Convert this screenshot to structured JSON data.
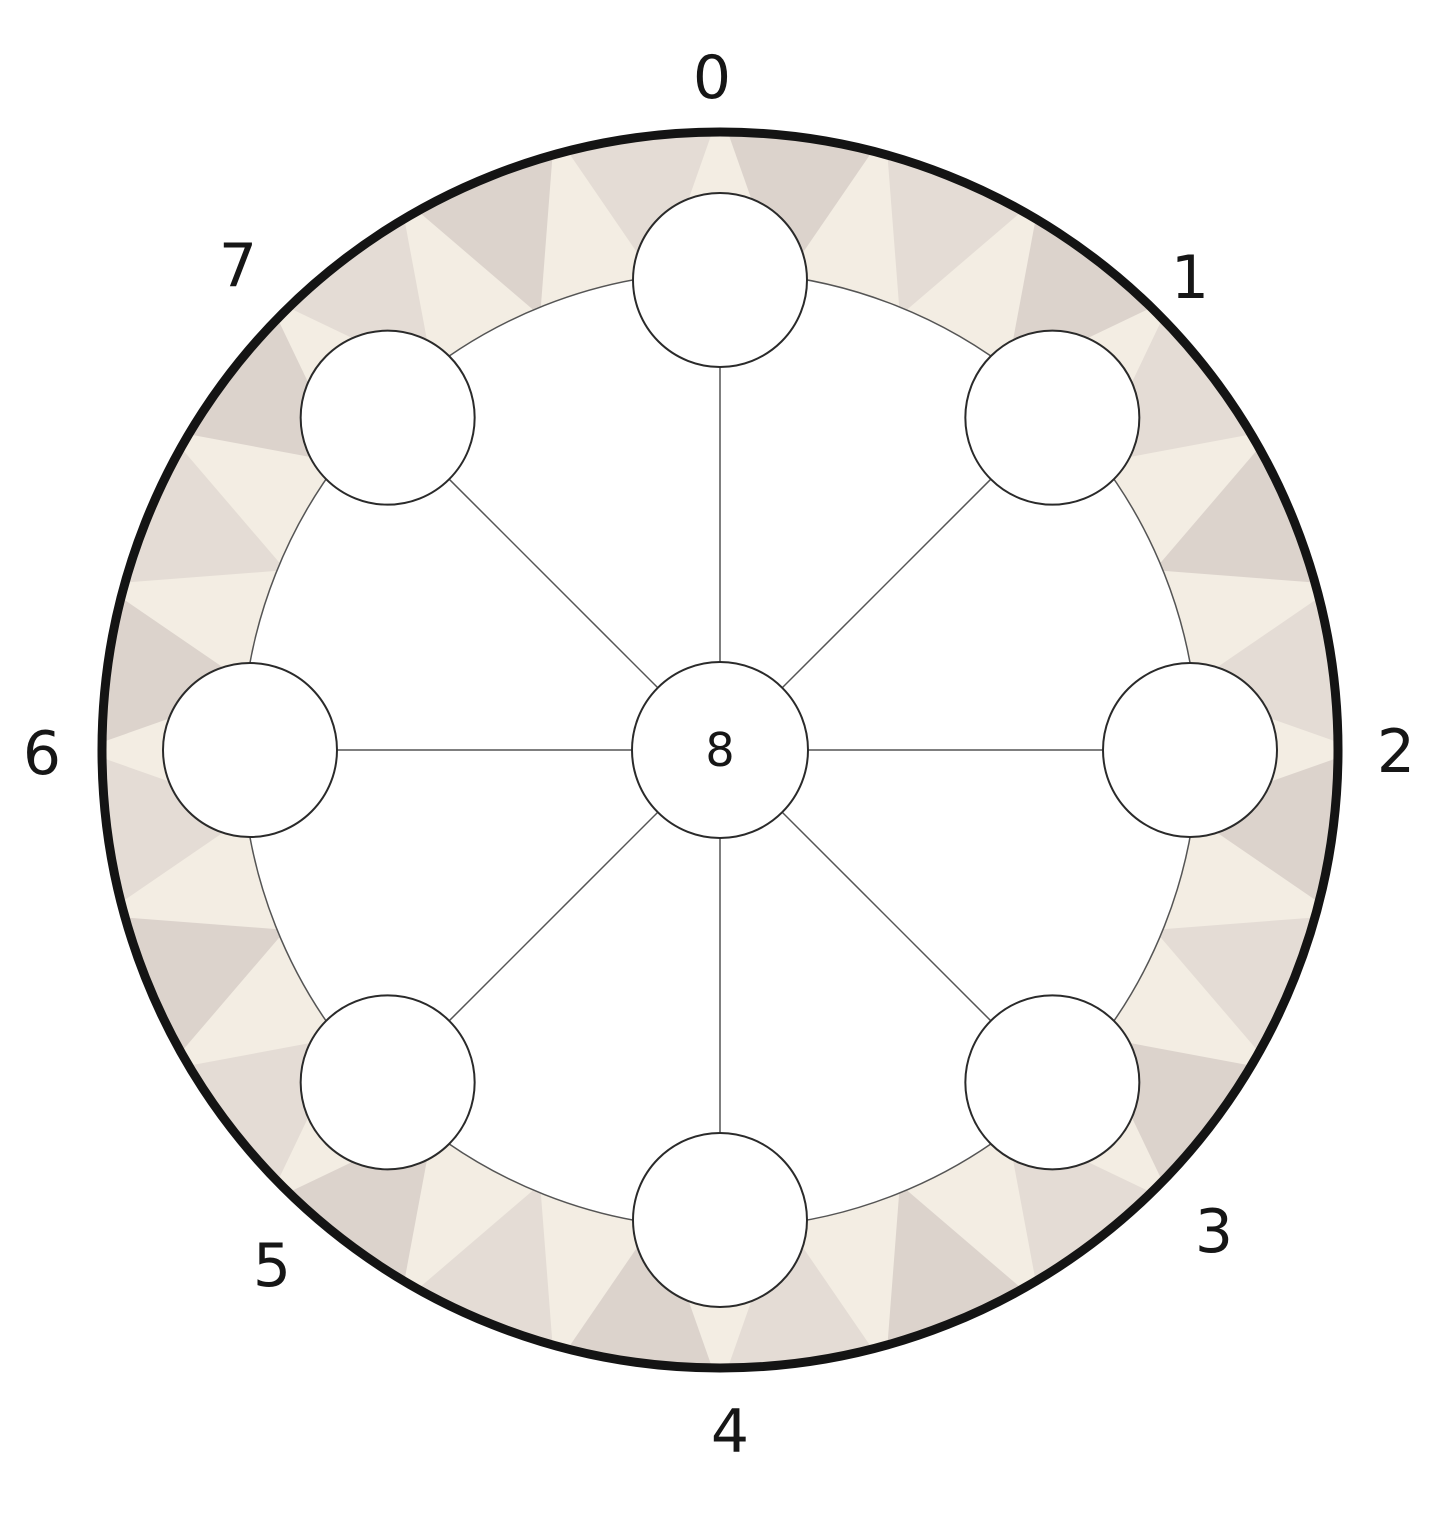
{
  "diagram": {
    "outer_labels": [
      "0",
      "1",
      "2",
      "3",
      "4",
      "5",
      "6",
      "7"
    ],
    "center_label": "8",
    "colors": {
      "outer_rim": "#141414",
      "band_fill": "#f3ede3",
      "band_pattern": "#c9beb9",
      "node_stroke": "#2a2a2a",
      "spoke_stroke": "#555555",
      "node_fill": "#ffffff"
    }
  }
}
